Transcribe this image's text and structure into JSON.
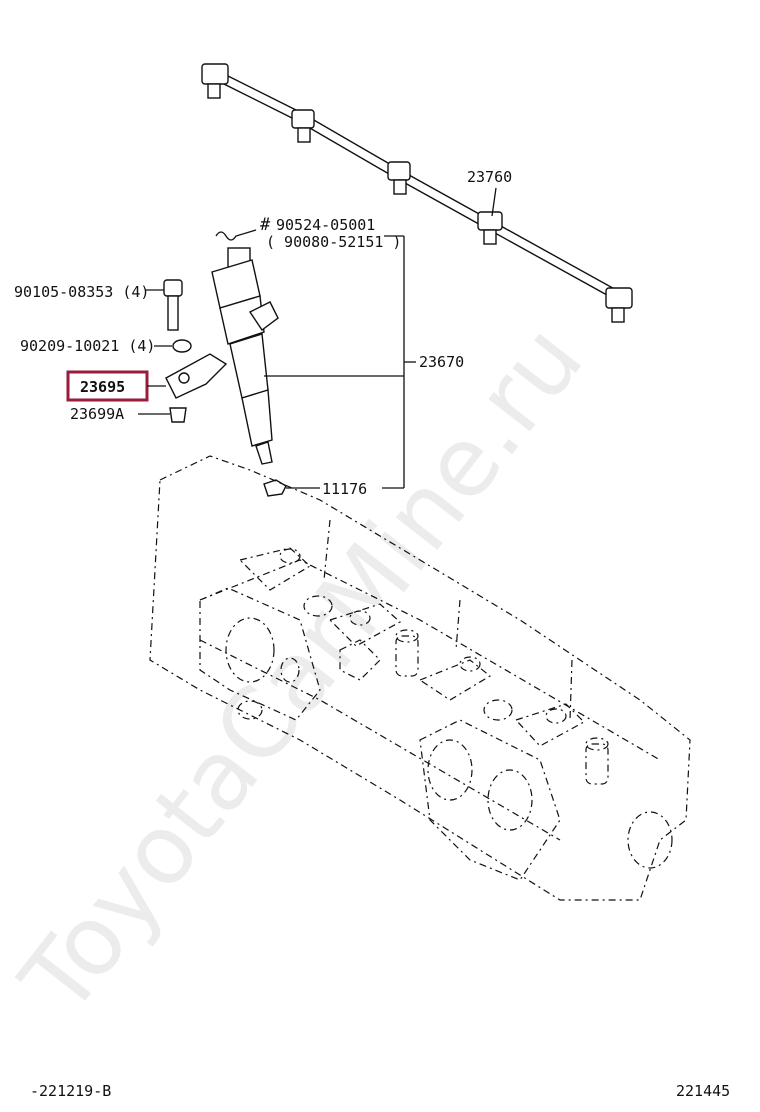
{
  "watermark": "ToyotaCarMine.ru",
  "labels": {
    "rail": "23760",
    "union_bolt": "90524-05001",
    "union_bolt_alt": "( 90080-52151 )",
    "union_mark": "#",
    "bolt": "90105-08353 (4)",
    "washer": "90209-10021 (4)",
    "injector": "23670",
    "clamp": "23695",
    "seat": "23699A",
    "gasket": "11176"
  },
  "footer": {
    "left": "-221219-B",
    "right": "221445"
  },
  "colors": {
    "highlight": "#9b1b3a",
    "line": "#111111",
    "watermark": "#ececec"
  }
}
